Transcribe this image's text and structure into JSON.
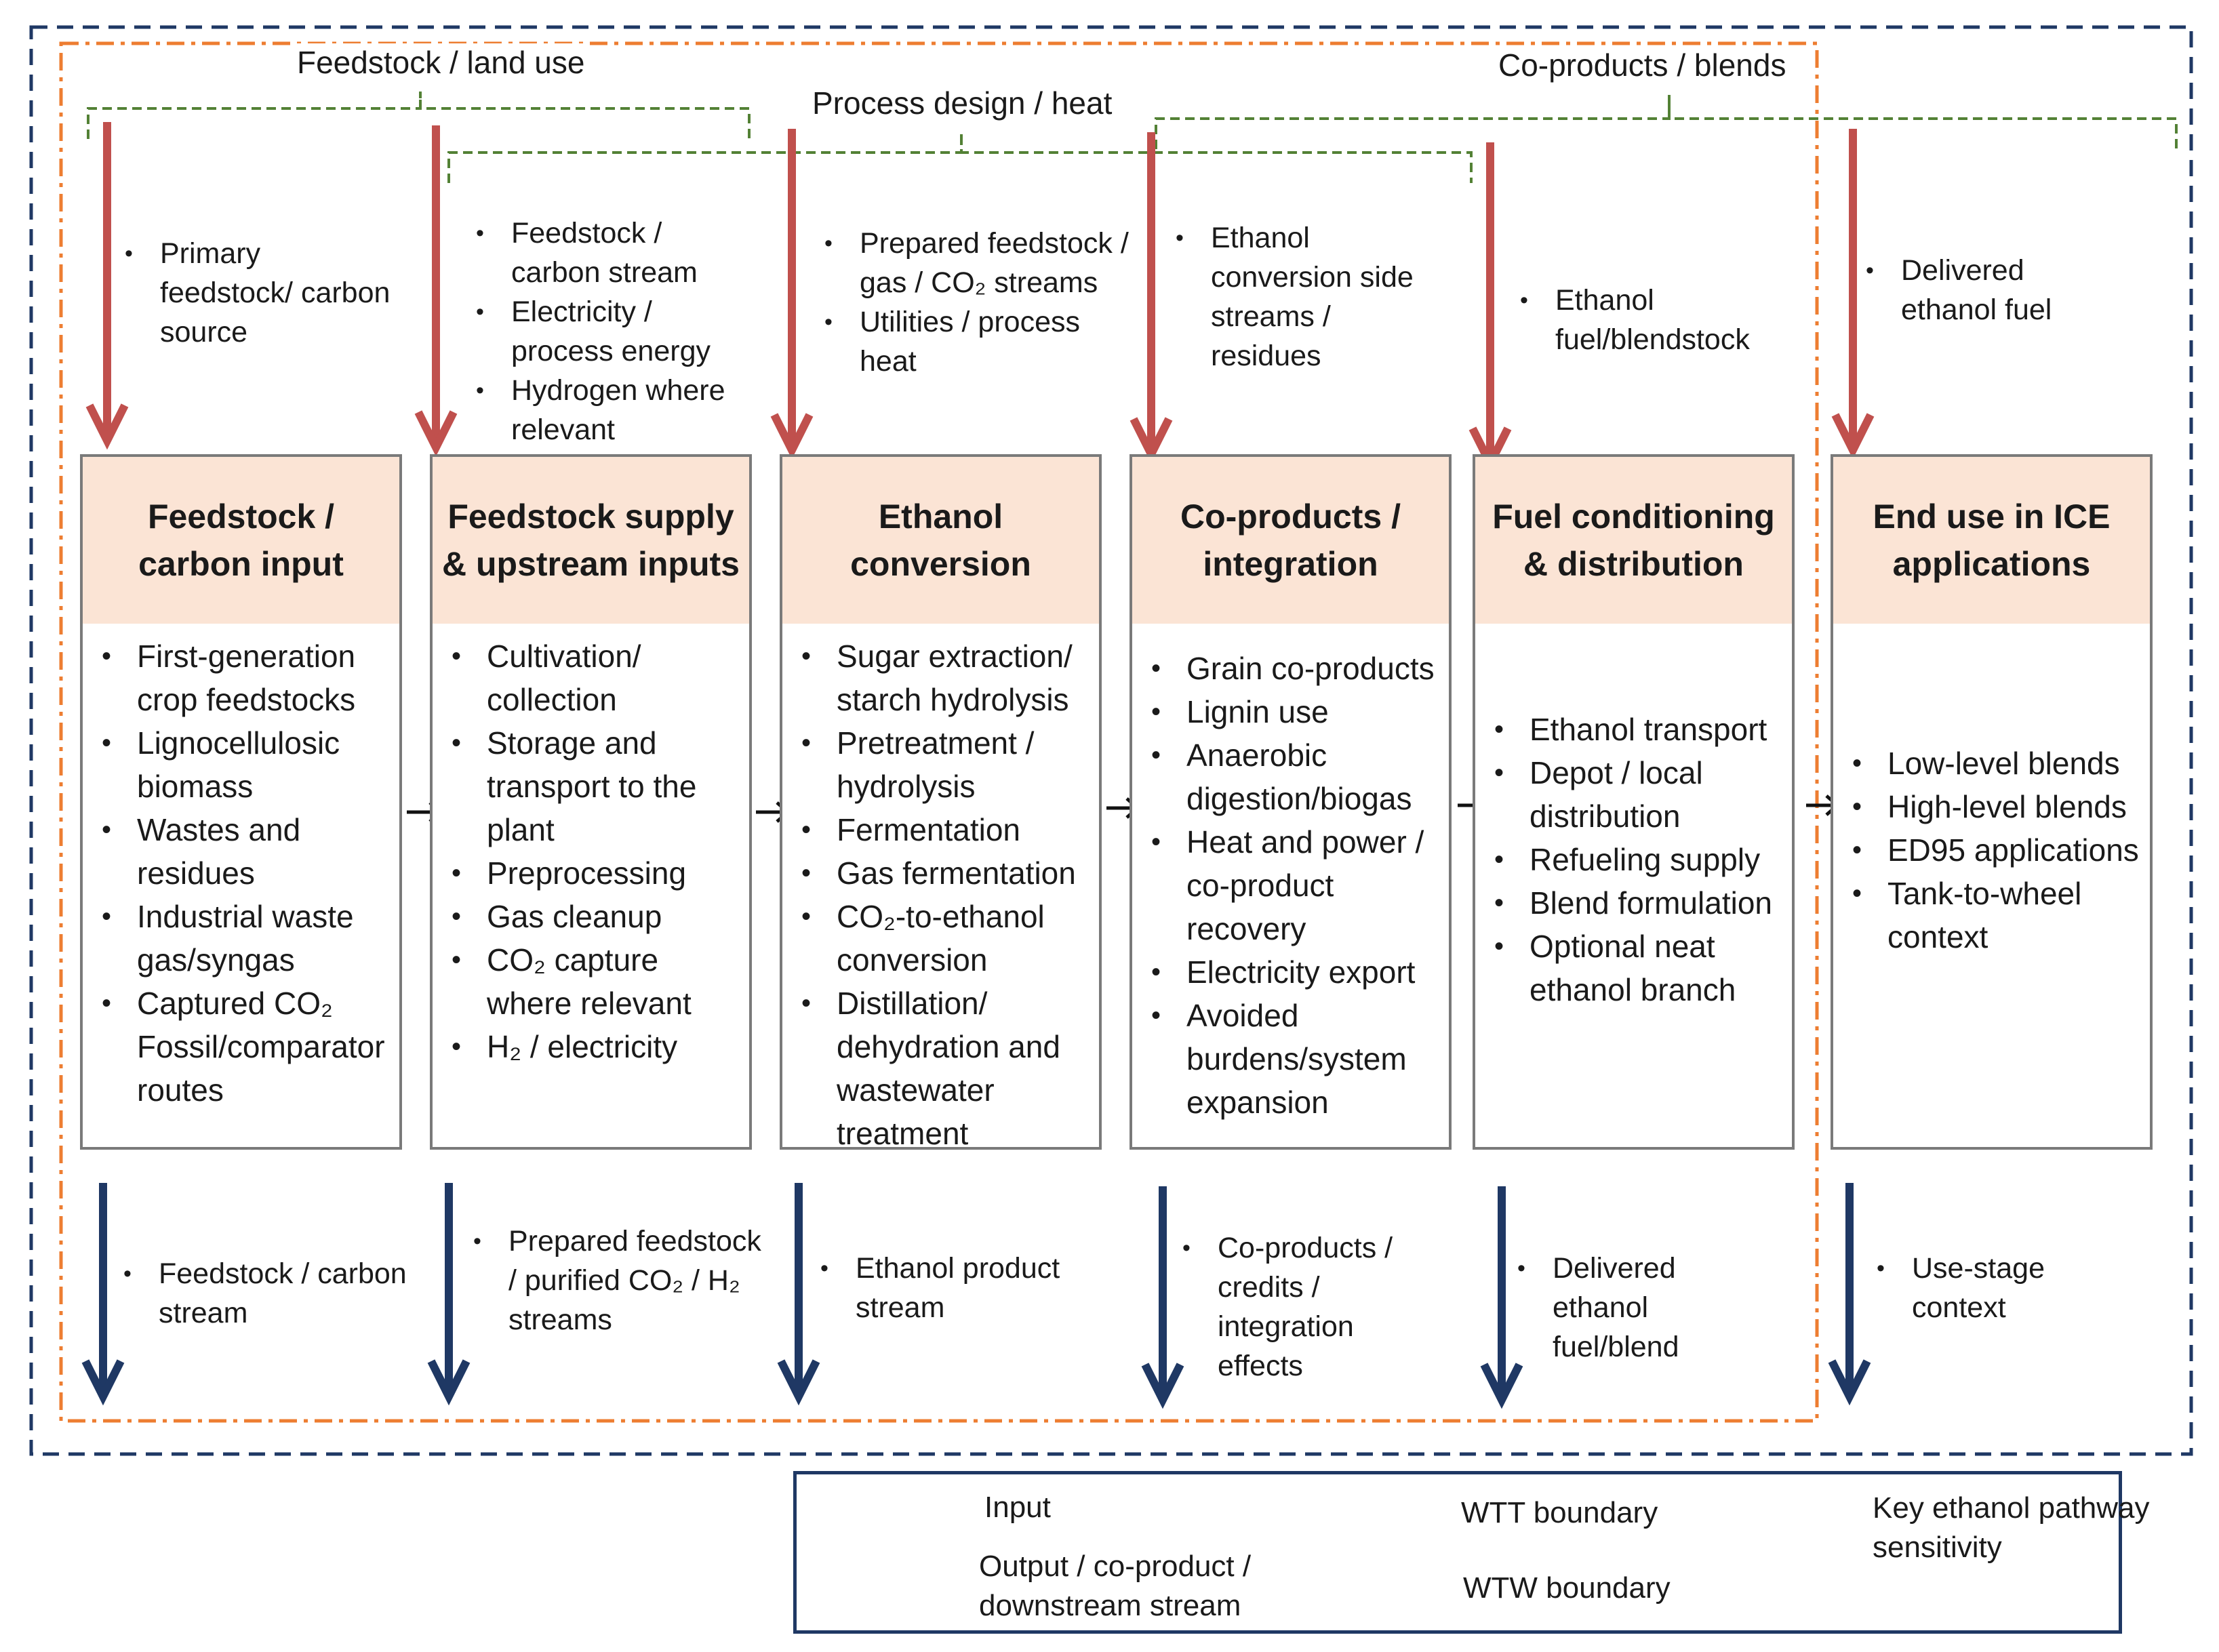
{
  "top_labels": {
    "feedstock_land_use": "Feedstock / land use",
    "process_design_heat": "Process design / heat",
    "co_products_blends": "Co-products / blends"
  },
  "stages": [
    {
      "title": "Feedstock / carbon input",
      "items": [
        "First-generation crop feedstocks",
        "Lignocellulosic biomass",
        "Wastes and residues",
        "Industrial waste gas/syngas",
        "Captured CO₂ Fossil/comparator routes"
      ],
      "input": [
        "Primary feedstock/ carbon source"
      ],
      "output": [
        "Feedstock / carbon stream"
      ]
    },
    {
      "title": "Feedstock supply & upstream inputs",
      "items": [
        "Cultivation/ collection",
        "Storage and transport to the plant",
        "Preprocessing",
        "Gas cleanup",
        "CO₂ capture where relevant",
        "H₂ / electricity"
      ],
      "input": [
        "Feedstock / carbon stream",
        "Electricity / process energy",
        "Hydrogen where relevant"
      ],
      "output": [
        "Prepared feedstock / purified CO₂ / H₂ streams"
      ]
    },
    {
      "title": "Ethanol conversion",
      "items": [
        "Sugar extraction/ starch hydrolysis",
        "Pretreatment / hydrolysis",
        "Fermentation",
        "Gas fermentation",
        "CO₂-to-ethanol conversion",
        "Distillation/ dehydration and wastewater treatment"
      ],
      "input": [
        "Prepared feedstock / gas / CO₂ streams",
        "Utilities / process heat"
      ],
      "output": [
        "Ethanol product stream"
      ]
    },
    {
      "title": "Co-products / integration",
      "items": [
        "Grain co-products",
        "Lignin use",
        "Anaerobic digestion/biogas",
        "Heat and power / co-product recovery",
        "Electricity export",
        "Avoided burdens/system expansion"
      ],
      "input": [
        "Ethanol conversion side streams / residues"
      ],
      "output": [
        "Co-products / credits / integration effects"
      ]
    },
    {
      "title": "Fuel conditioning & distribution",
      "items": [
        "Ethanol transport",
        "Depot / local distribution",
        "Refueling supply",
        "Blend formulation",
        "Optional neat ethanol branch"
      ],
      "input": [
        "Ethanol fuel/blendstock"
      ],
      "output": [
        "Delivered ethanol fuel/blend"
      ]
    },
    {
      "title": "End use in ICE applications",
      "items": [
        "Low-level blends",
        "High-level blends",
        "ED95 applications",
        "Tank-to-wheel context"
      ],
      "input": [
        "Delivered ethanol fuel"
      ],
      "output": [
        "Use-stage context"
      ]
    }
  ],
  "legend": {
    "input": "Input",
    "output": "Output / co-product / downstream stream",
    "wtt": "WTT boundary",
    "wtw": "WTW boundary",
    "sensitivity": "Key ethanol pathway sensitivity"
  },
  "colors": {
    "input_arrow": "#c0504d",
    "output_arrow": "#1f3864",
    "wtt_boundary": "#ed7d31",
    "wtw_boundary": "#1f3864",
    "sensitivity_bracket": "#538135",
    "header_fill": "#fbe4d5"
  }
}
